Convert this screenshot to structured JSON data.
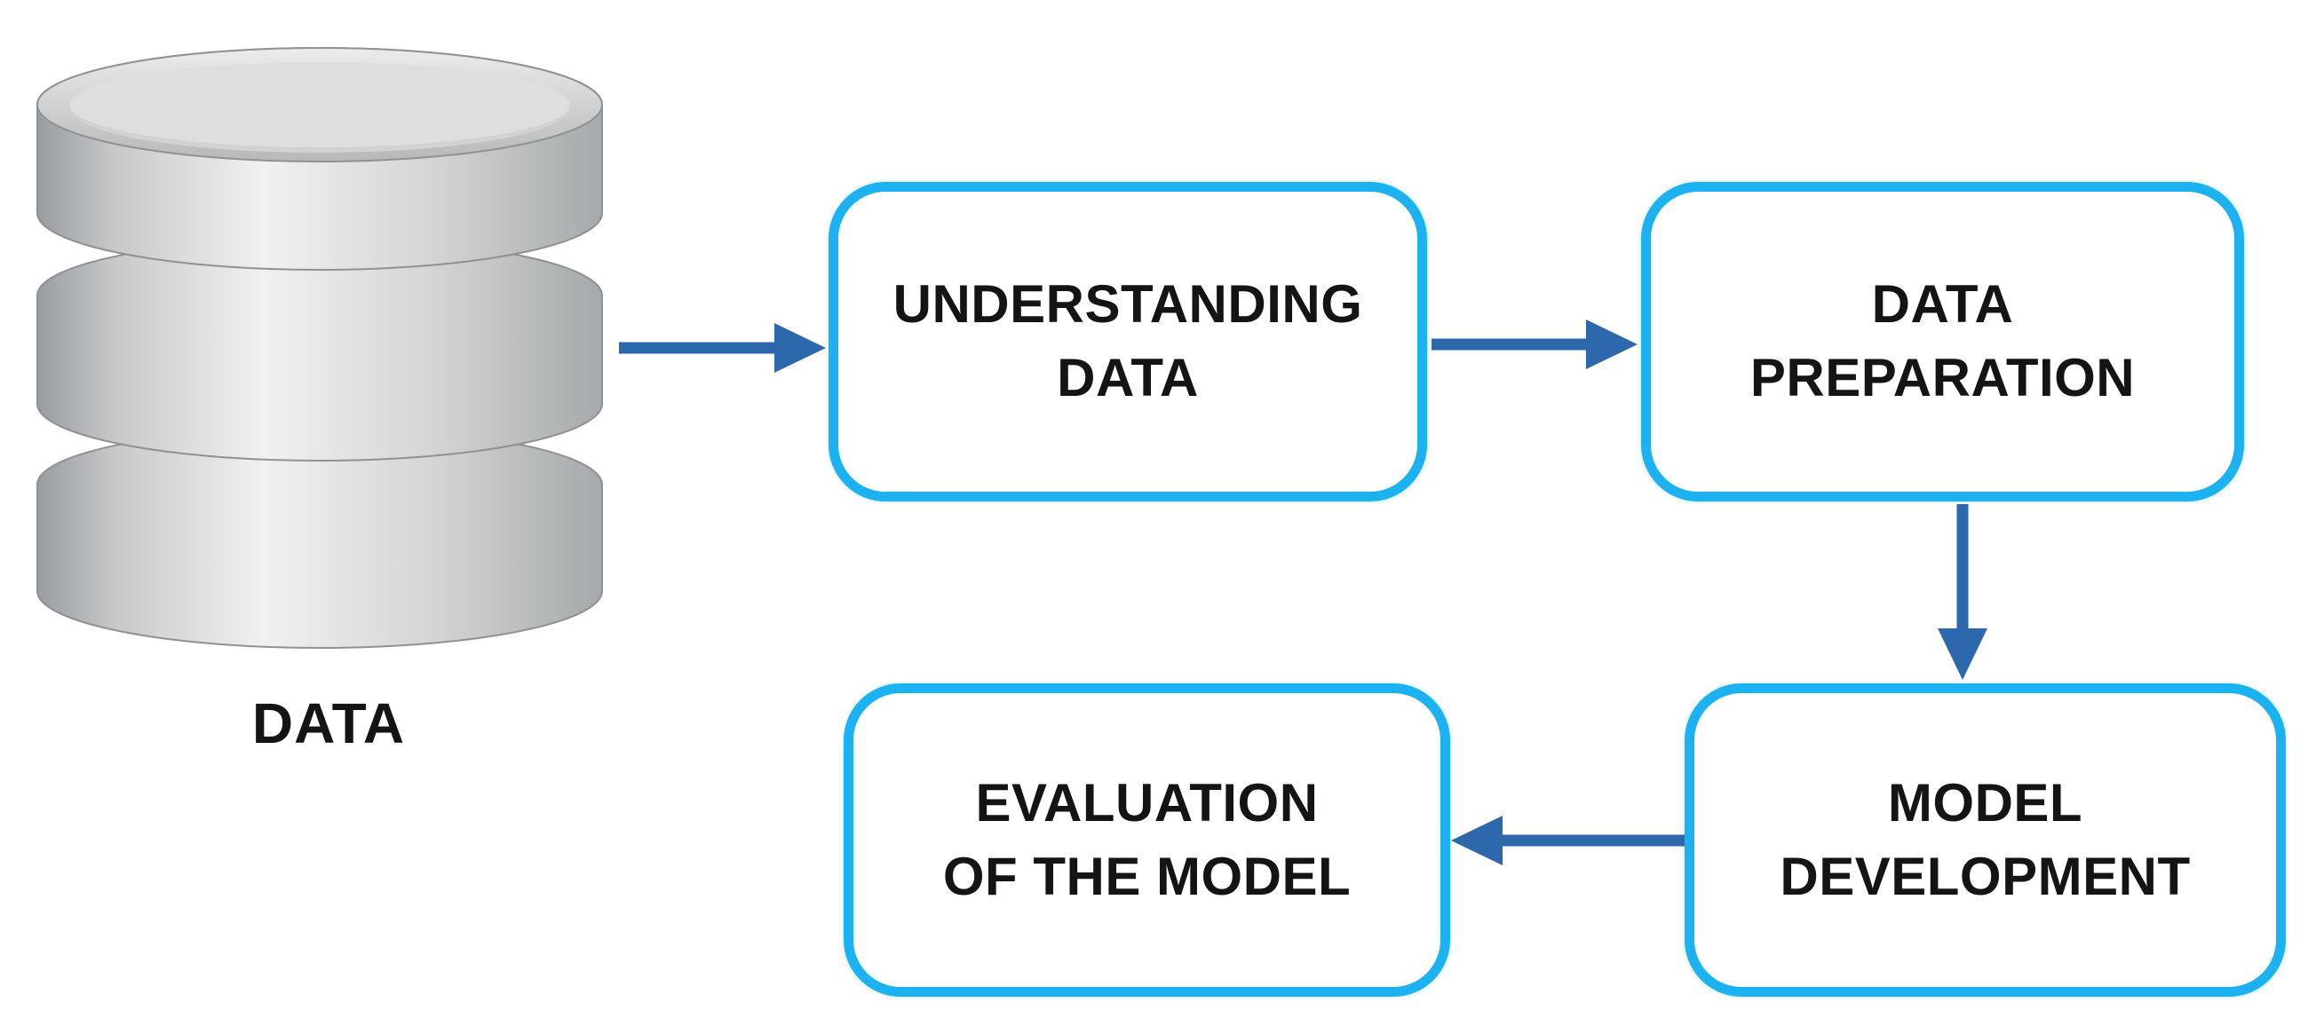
{
  "diagram": {
    "background_color": "#ffffff",
    "box_border_color": "#1cb2f2",
    "arrow_color": "#2d68ac",
    "text_color": "#141414",
    "data_source": {
      "icon": "database-cylinder-icon",
      "label": "DATA"
    },
    "nodes": [
      {
        "id": "understanding-data",
        "line1": "UNDERSTANDING",
        "line2": "DATA"
      },
      {
        "id": "data-preparation",
        "line1": "DATA",
        "line2": "PREPARATION"
      },
      {
        "id": "evaluation-of-the-model",
        "line1": "EVALUATION",
        "line2": "OF THE MODEL"
      },
      {
        "id": "model-development",
        "line1": "MODEL",
        "line2": "DEVELOPMENT"
      }
    ],
    "edges": [
      {
        "from": "data",
        "to": "understanding-data",
        "direction": "right"
      },
      {
        "from": "understanding-data",
        "to": "data-preparation",
        "direction": "right"
      },
      {
        "from": "data-preparation",
        "to": "model-development",
        "direction": "down"
      },
      {
        "from": "model-development",
        "to": "evaluation-of-the-model",
        "direction": "left"
      }
    ]
  }
}
